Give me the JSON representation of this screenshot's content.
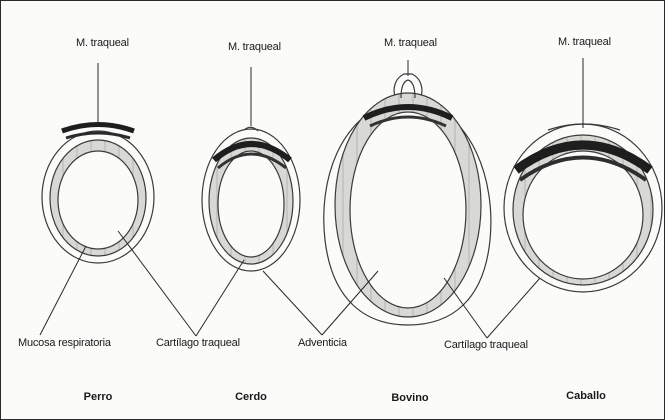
{
  "labels": {
    "muscle": "M. traqueal",
    "mucosa": "Mucosa respiratoria",
    "cartilage": "Cartílago traqueal",
    "adventitia": "Adventicia"
  },
  "species": [
    "Perro",
    "Cerdo",
    "Bovino",
    "Caballo"
  ],
  "colors": {
    "outline": "#3a3a3a",
    "muscle": "#2a2a2a",
    "cartilage": "#d6d6d3"
  }
}
